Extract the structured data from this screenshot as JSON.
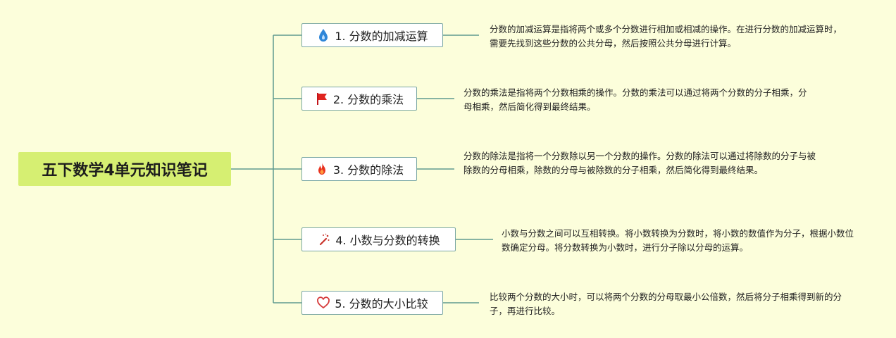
{
  "root": {
    "title": "五下数学4单元知识笔记"
  },
  "branches": [
    {
      "label": "1. 分数的加减运算",
      "icon": "droplet-flame-icon",
      "note": "分数的加减运算是指将两个或多个分数进行相加或相减的操作。在进行分数的加减运算时，需要先找到这些分数的公共分母，然后按照公共分母进行计算。"
    },
    {
      "label": "2. 分数的乘法",
      "icon": "red-flag-icon",
      "note": "分数的乘法是指将两个分数相乘的操作。分数的乘法可以通过将两个分数的分子相乘，分母相乘，然后简化得到最终结果。"
    },
    {
      "label": "3. 分数的除法",
      "icon": "fire-icon",
      "note": "分数的除法是指将一个分数除以另一个分数的操作。分数的除法可以通过将除数的分子与被除数的分母相乘，除数的分母与被除数的分子相乘，然后简化得到最终结果。"
    },
    {
      "label": "4. 小数与分数的转换",
      "icon": "magic-wand-icon",
      "note": "小数与分数之间可以互相转换。将小数转换为分数时，将小数的数值作为分子，根据小数位数确定分母。将分数转换为小数时，进行分子除以分母的运算。"
    },
    {
      "label": "5. 分数的大小比较",
      "icon": "heart-icon",
      "note": "比较两个分数的大小时，可以将两个分数的分母取最小公倍数，然后将分子相乘得到新的分子，再进行比较。"
    }
  ],
  "colors": {
    "background": "#fcfedb",
    "root_fill": "#d6ef72",
    "connector": "#5f9a8f",
    "node_border": "#7aa7a3"
  }
}
